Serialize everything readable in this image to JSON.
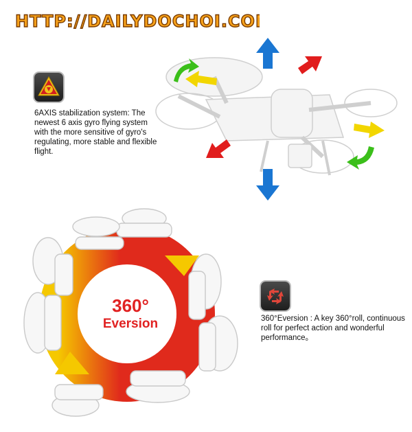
{
  "watermark": "HTTP://DAILYDOCHOI.COM",
  "features": [
    {
      "icon": "gyro-triangle-icon",
      "description": "6AXIS stabilization system: The newest 6 axis gyro flying system with the more sensitive of gyro's regulating, more stable and flexible flight."
    },
    {
      "icon": "rotation-arrows-icon",
      "description": "360°Eversion : A key 360°roll, continuous roll for perfect action and wonderful performance。"
    }
  ],
  "ring": {
    "title_line1": "360°",
    "title_line2": "Eversion"
  },
  "colors": {
    "arrow_blue": "#1a76d2",
    "arrow_red": "#e11d1d",
    "arrow_green": "#3bbf1a",
    "arrow_yellow": "#f2d600",
    "ring_red": "#e02a1c",
    "ring_yellow": "#f5c800",
    "title_red": "#e12222"
  }
}
